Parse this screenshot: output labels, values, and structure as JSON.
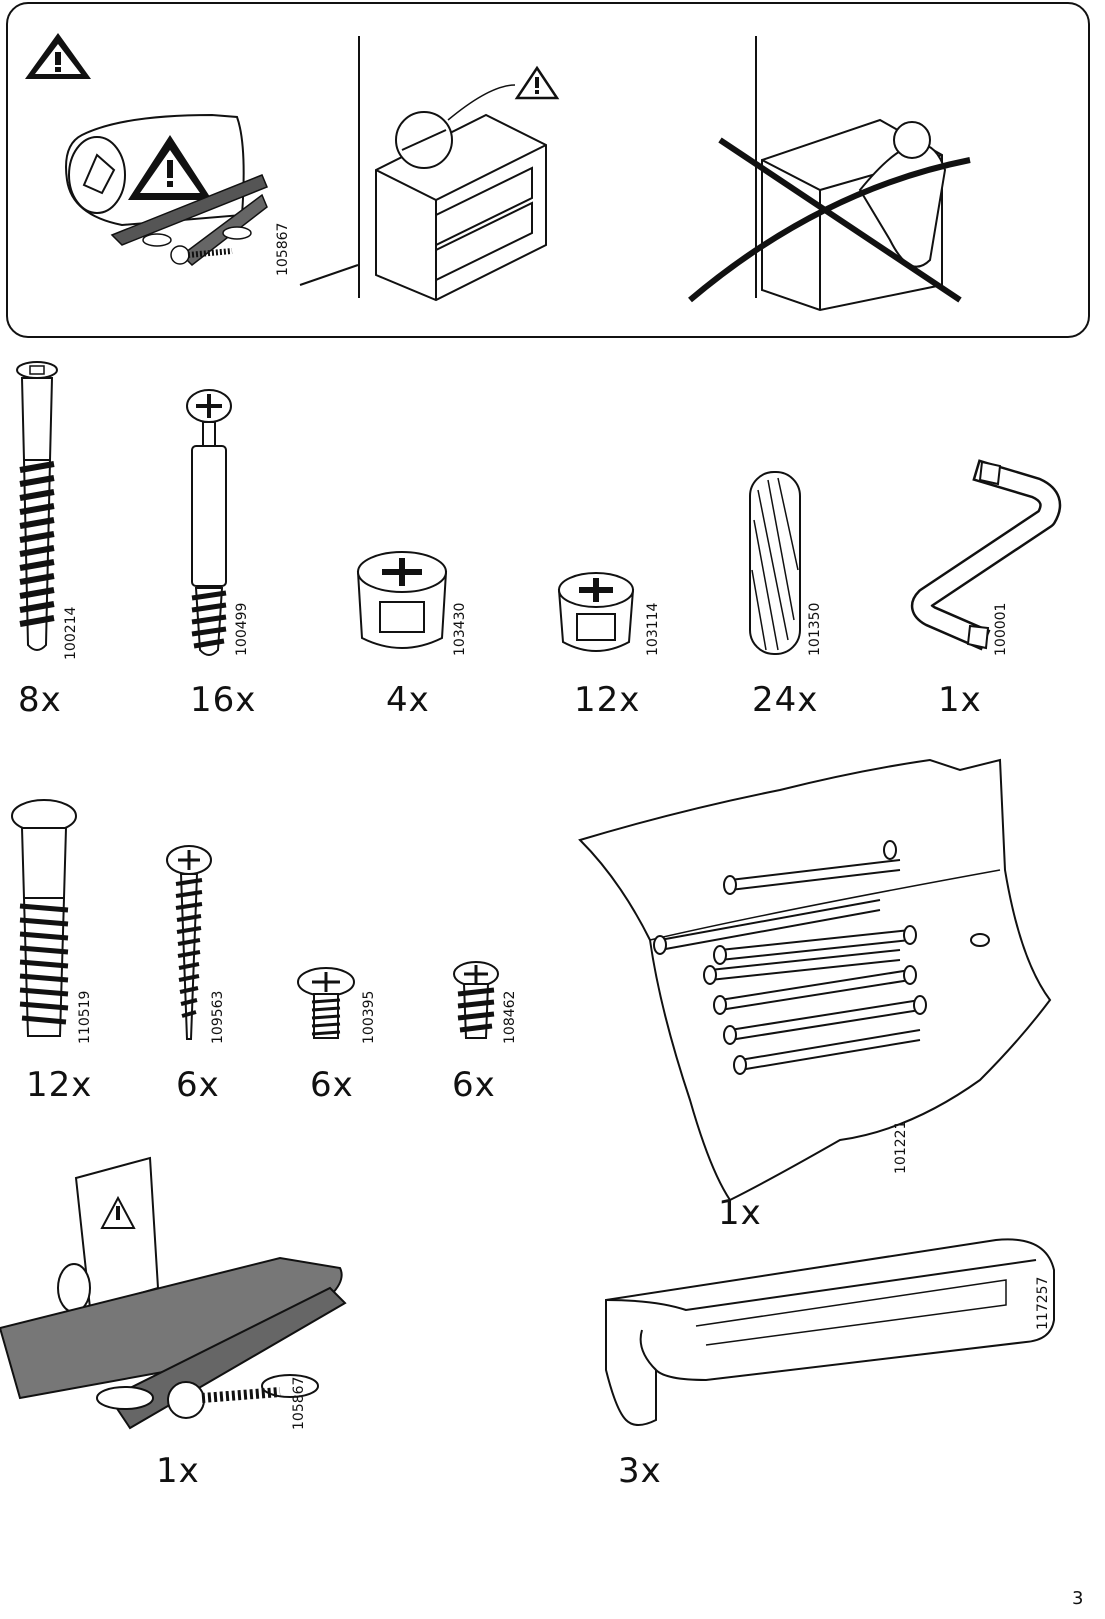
{
  "warning": {
    "article": "105867"
  },
  "parts_row1": [
    {
      "article": "100214",
      "quantity": "8x"
    },
    {
      "article": "100499",
      "quantity": "16x"
    },
    {
      "article": "103430",
      "quantity": "4x"
    },
    {
      "article": "103114",
      "quantity": "12x"
    },
    {
      "article": "101350",
      "quantity": "24x"
    },
    {
      "article": "100001",
      "quantity": "1x"
    }
  ],
  "parts_row2": [
    {
      "article": "110519",
      "quantity": "12x"
    },
    {
      "article": "109563",
      "quantity": "6x"
    },
    {
      "article": "100395",
      "quantity": "6x"
    },
    {
      "article": "108462",
      "quantity": "6x"
    }
  ],
  "nails_bag": {
    "article": "101221",
    "quantity": "1x"
  },
  "safety_kit": {
    "article": "105867",
    "quantity": "1x"
  },
  "handle": {
    "article": "117257",
    "quantity": "3x"
  },
  "page_number": "3"
}
